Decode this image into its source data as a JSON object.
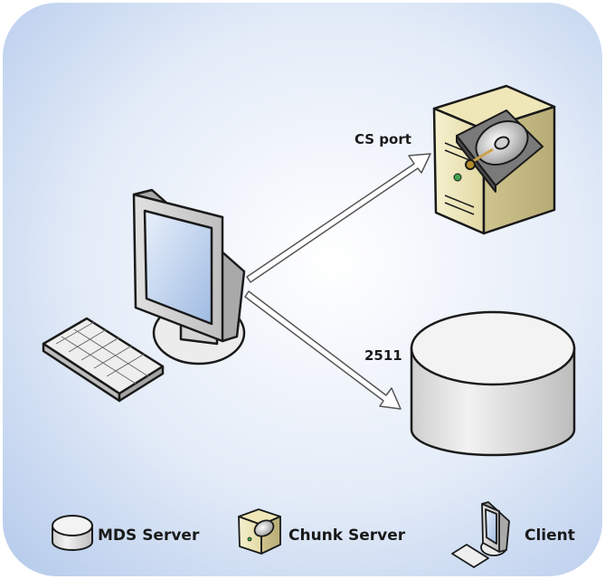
{
  "diagram": {
    "edges": [
      {
        "label": "CS port",
        "target": "Chunk Server"
      },
      {
        "label": "2511",
        "target": "MDS Server"
      }
    ],
    "legend": {
      "mds": "MDS Server",
      "chunk": "Chunk Server",
      "client": "Client"
    }
  },
  "colors": {
    "background_center": "#ffffff",
    "background_edge": "#b7ccec",
    "outline": "#1a1a1a",
    "server_body": "#f4efc7",
    "disk_body": "#e6e6e6",
    "screen": "#c5d9f1"
  }
}
